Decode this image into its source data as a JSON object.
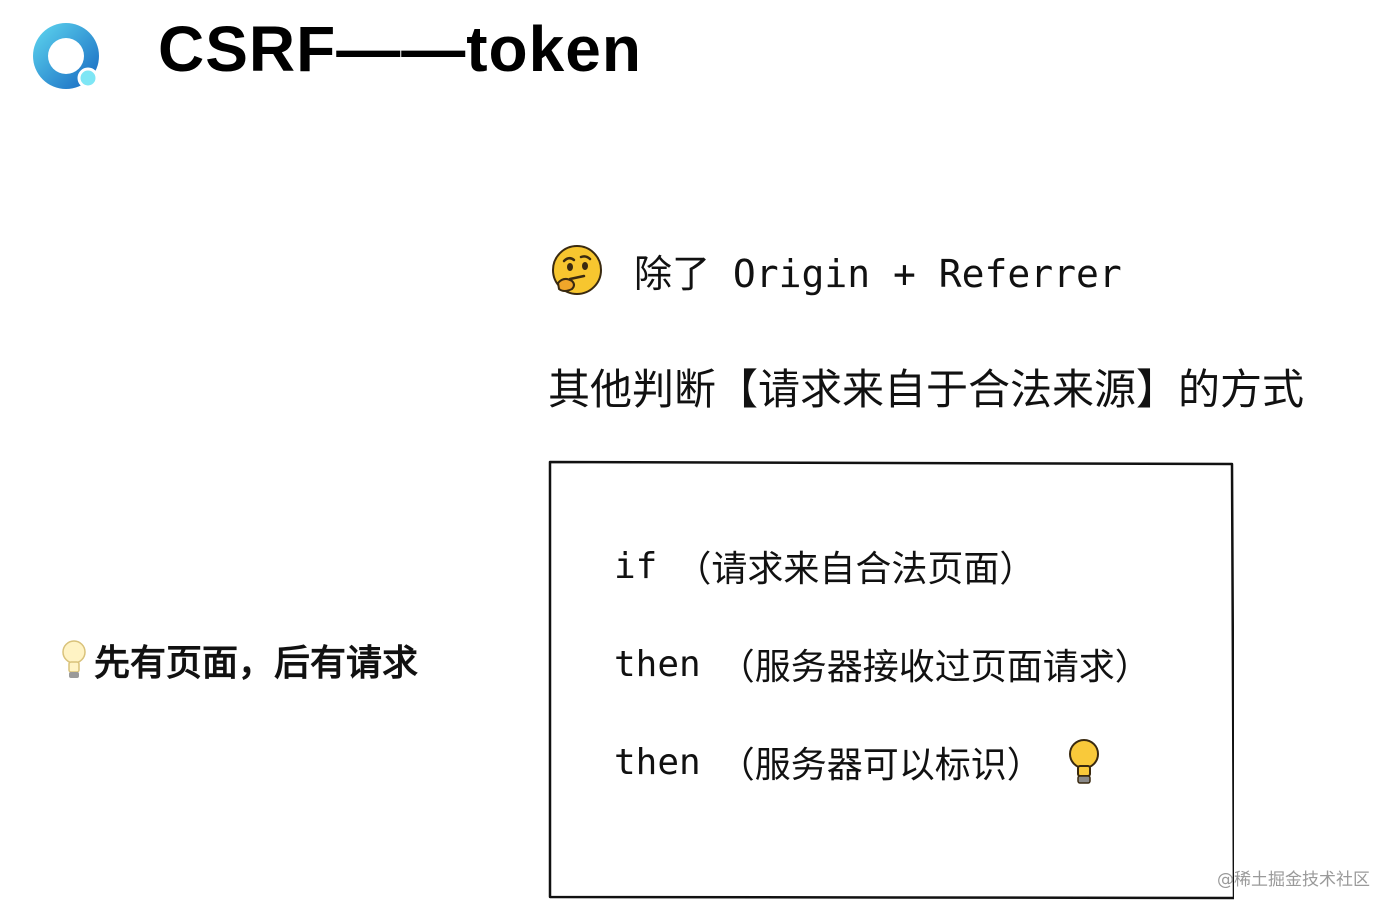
{
  "header": {
    "logo_icon": "app-logo-icon",
    "title": "CSRF——token"
  },
  "subtitle": {
    "emoji_icon": "thinking-face-icon",
    "text": "除了 Origin + Referrer"
  },
  "question": "其他判断【请求来自于合法来源】的方式",
  "side_note": {
    "icon": "lightbulb-icon",
    "text": "先有页面，后有请求"
  },
  "logic_box": {
    "lines": [
      {
        "keyword": "if",
        "condition": "（请求来自合法页面）"
      },
      {
        "keyword": "then",
        "condition": "（服务器接收过页面请求）"
      },
      {
        "keyword": "then",
        "condition": "（服务器可以标识）",
        "icon": "lightbulb-icon"
      }
    ]
  },
  "watermark": "@稀土掘金技术社区",
  "colors": {
    "logo_blue": "#1e88e5",
    "logo_cyan": "#4fd1e8",
    "emoji_yellow": "#f7c62f",
    "bulb_yellow": "#f9c93a",
    "text": "#111111",
    "watermark": "#9a9a9a"
  }
}
